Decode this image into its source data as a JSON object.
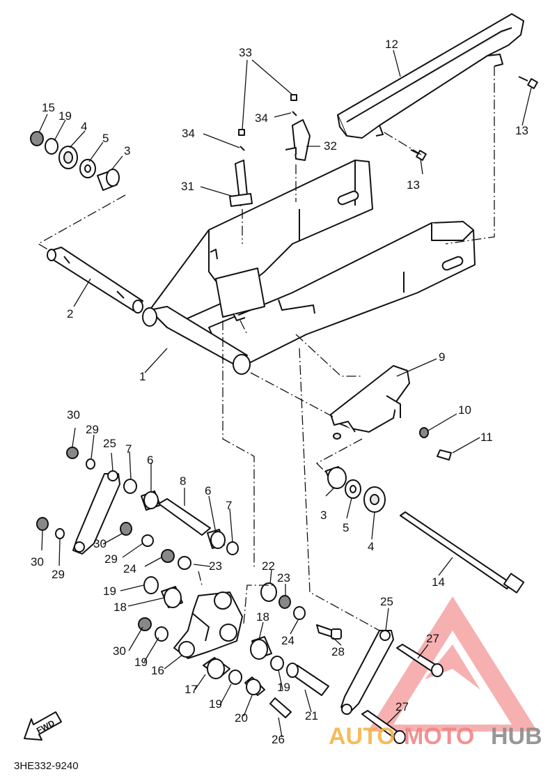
{
  "diagram": {
    "code": "3HE332-9240",
    "fwd_label": "FWD",
    "callouts": [
      {
        "id": "c33",
        "text": "33"
      },
      {
        "id": "c12",
        "text": "12"
      },
      {
        "id": "c15",
        "text": "15"
      },
      {
        "id": "c19a",
        "text": "19"
      },
      {
        "id": "c4a",
        "text": "4"
      },
      {
        "id": "c5a",
        "text": "5"
      },
      {
        "id": "c3a",
        "text": "3"
      },
      {
        "id": "c34a",
        "text": "34"
      },
      {
        "id": "c34b",
        "text": "34"
      },
      {
        "id": "c32",
        "text": "32"
      },
      {
        "id": "c13a",
        "text": "13"
      },
      {
        "id": "c13b",
        "text": "13"
      },
      {
        "id": "c31",
        "text": "31"
      },
      {
        "id": "c2",
        "text": "2"
      },
      {
        "id": "c1",
        "text": "1"
      },
      {
        "id": "c9",
        "text": "9"
      },
      {
        "id": "c10",
        "text": "10"
      },
      {
        "id": "c11",
        "text": "11"
      },
      {
        "id": "c30a",
        "text": "30"
      },
      {
        "id": "c29a",
        "text": "29"
      },
      {
        "id": "c25a",
        "text": "25"
      },
      {
        "id": "c7a",
        "text": "7"
      },
      {
        "id": "c6a",
        "text": "6"
      },
      {
        "id": "c8",
        "text": "8"
      },
      {
        "id": "c6b",
        "text": "6"
      },
      {
        "id": "c7b",
        "text": "7"
      },
      {
        "id": "c3b",
        "text": "3"
      },
      {
        "id": "c5b",
        "text": "5"
      },
      {
        "id": "c4b",
        "text": "4"
      },
      {
        "id": "c30b",
        "text": "30"
      },
      {
        "id": "c29b",
        "text": "29"
      },
      {
        "id": "c30c",
        "text": "30"
      },
      {
        "id": "c29c",
        "text": "29"
      },
      {
        "id": "c24a",
        "text": "24"
      },
      {
        "id": "c23a",
        "text": "23"
      },
      {
        "id": "c22",
        "text": "22"
      },
      {
        "id": "c23b",
        "text": "23"
      },
      {
        "id": "c14",
        "text": "14"
      },
      {
        "id": "c19b",
        "text": "19"
      },
      {
        "id": "c18a",
        "text": "18"
      },
      {
        "id": "c18b",
        "text": "18"
      },
      {
        "id": "c24b",
        "text": "24"
      },
      {
        "id": "c25b",
        "text": "25"
      },
      {
        "id": "c30d",
        "text": "30"
      },
      {
        "id": "c19c",
        "text": "19"
      },
      {
        "id": "c16",
        "text": "16"
      },
      {
        "id": "c28",
        "text": "28"
      },
      {
        "id": "c27a",
        "text": "27"
      },
      {
        "id": "c17",
        "text": "17"
      },
      {
        "id": "c19d",
        "text": "19"
      },
      {
        "id": "c19e",
        "text": "19"
      },
      {
        "id": "c20",
        "text": "20"
      },
      {
        "id": "c21",
        "text": "21"
      },
      {
        "id": "c26",
        "text": "26"
      },
      {
        "id": "c27b",
        "text": "27"
      }
    ]
  },
  "watermark": {
    "part1": "AUTO",
    "part2": "MOTO",
    "part3": "HUB",
    "color1": "#f5b041",
    "color2": "#f08080",
    "color3": "#8c8c8c"
  }
}
